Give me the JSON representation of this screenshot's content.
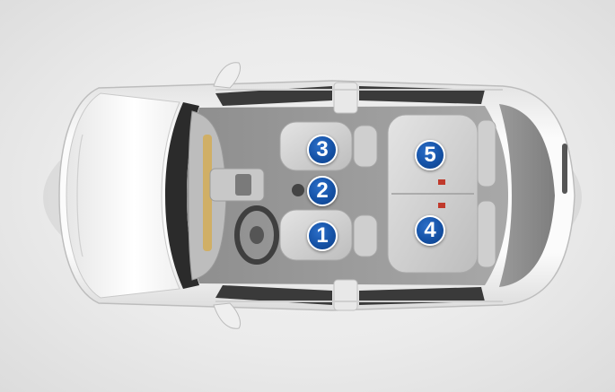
{
  "seat_markers": [
    {
      "id": "1",
      "label": "1"
    },
    {
      "id": "2",
      "label": "2"
    },
    {
      "id": "3",
      "label": "3"
    },
    {
      "id": "4",
      "label": "4"
    },
    {
      "id": "5",
      "label": "5"
    }
  ],
  "colors": {
    "marker_fill": "#1552a6",
    "marker_border": "#ffffff",
    "background": "#ececec",
    "body_paint": "#f7f7f7",
    "seat": "#d2d2d2",
    "glass": "#2a2a2a"
  }
}
